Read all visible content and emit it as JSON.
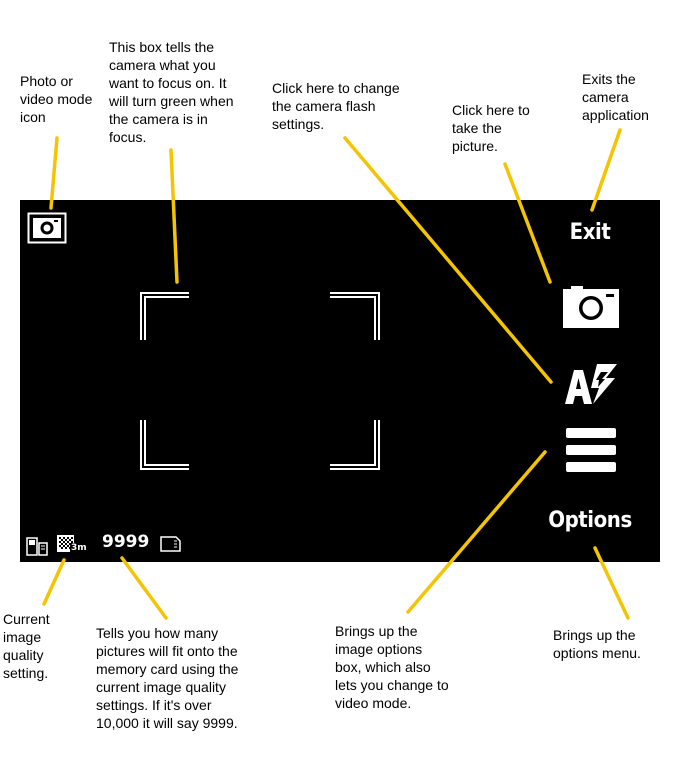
{
  "notes": {
    "mode_icon": "Photo or\nvideo mode\nicon",
    "focus_box": "This box tells the\ncamera what you\nwant to focus on. It\nwill turn green when\nthe camera is in\nfocus.",
    "flash": "Click here to change\nthe camera flash\nsettings.",
    "capture": "Click here to\ntake the\npicture.",
    "exit": "Exits the\ncamera\napplication",
    "quality": "Current\nimage\nquality\nsetting.",
    "count": "Tells you how many\npictures will fit onto the\nmemory card using the\ncurrent image quality\nsettings. If it's over\n10,000 it will say 9999.",
    "image_options": "Brings up the\nimage options\nbox, which also\nlets you change to\nvideo mode.",
    "options_menu": "Brings up the\noptions menu."
  },
  "screen": {
    "exit_label": "Exit",
    "options_label": "Options",
    "picture_count": "9999",
    "quality_badge": "3m"
  },
  "colors": {
    "annotation_line": "#f5c400",
    "screen_bg": "#000000",
    "screen_fg": "#ffffff"
  },
  "icons": {
    "mode": "camera-icon",
    "capture": "camera-icon",
    "flash": "auto-flash-icon",
    "image_options": "menu-icon",
    "storage": "memory-card-icon",
    "phone_memory": "phone-memory-icon",
    "quality": "image-quality-icon"
  }
}
